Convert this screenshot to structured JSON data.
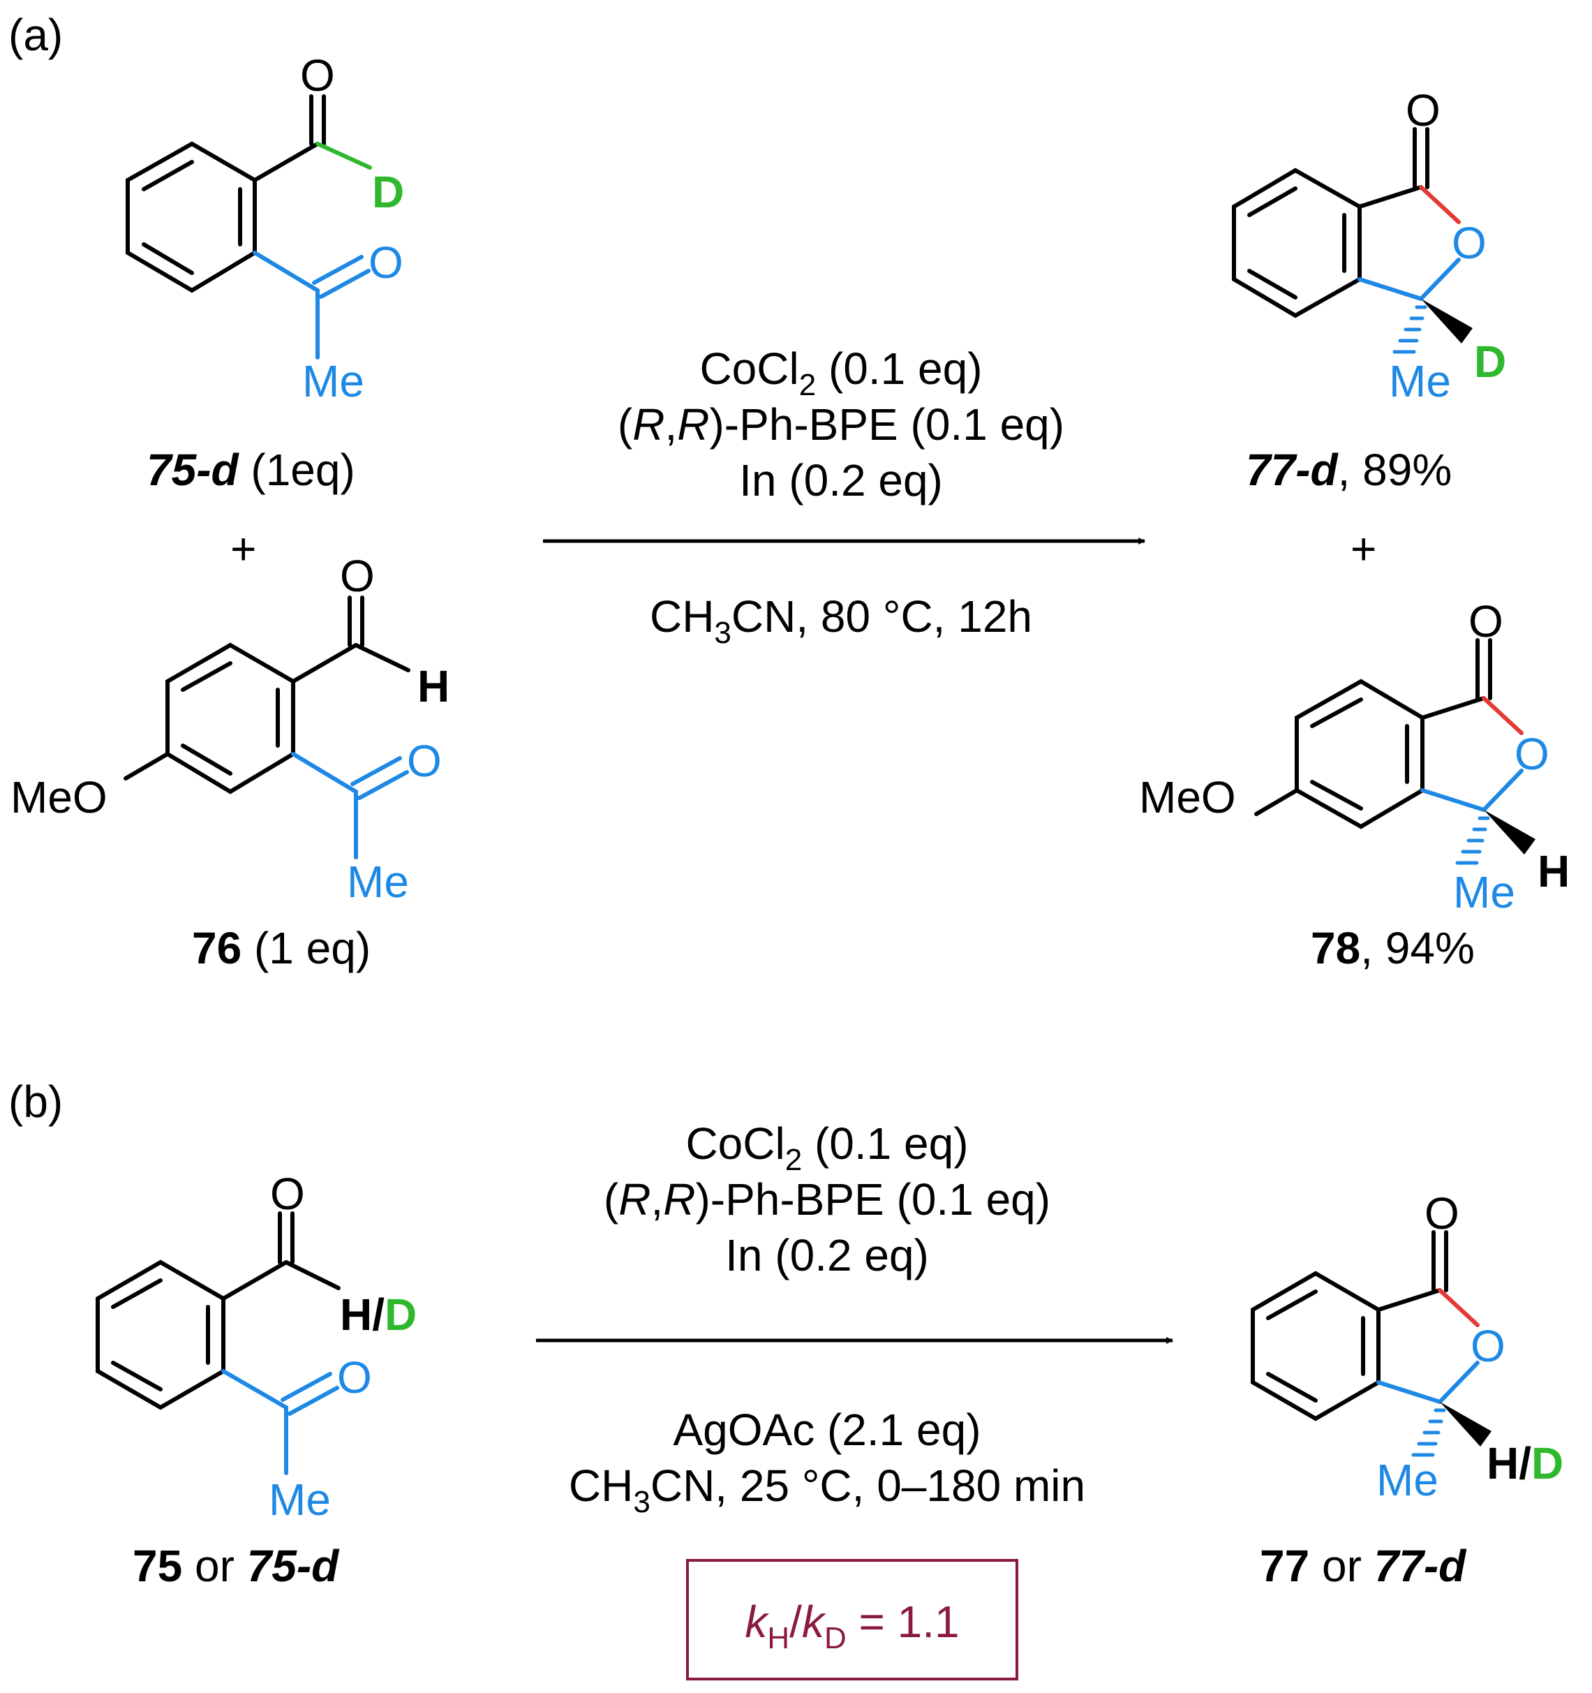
{
  "colors": {
    "black": "#000000",
    "acyl_blue": "#1e88e5",
    "new_bond_red": "#e53935",
    "deuterium_green": "#2eb82e",
    "kie_box": "#8a1a44"
  },
  "panel_a": {
    "label": "(a)",
    "plus_left": "+",
    "plus_right": "+",
    "reactant1": {
      "atoms": {
        "o_top": "O",
        "d": "D",
        "o_ketone": "O",
        "me": "Me"
      },
      "name": "75-d",
      "amount": " (1eq)"
    },
    "reactant2": {
      "atoms": {
        "o_top": "O",
        "h": "H",
        "o_ketone": "O",
        "me": "Me",
        "meo": "MeO"
      },
      "name": "76",
      "amount": " (1 eq)"
    },
    "conditions": {
      "line1_pre": "CoCl",
      "line1_sub": "2",
      "line1_post": " (0.1 eq)",
      "line2_open": "(",
      "line2_r1": "R",
      "line2_comma": ",",
      "line2_r2": "R",
      "line2_post": ")-Ph-BPE (0.1 eq)",
      "line3": "In (0.2 eq)",
      "line4_pre": "CH",
      "line4_sub": "3",
      "line4_post": "CN, 80 °C, 12h"
    },
    "product1": {
      "atoms": {
        "o_carbonyl": "O",
        "o_ring": "O",
        "me": "Me",
        "d": "D"
      },
      "name": "77-d",
      "yield": ", 89%"
    },
    "product2": {
      "atoms": {
        "o_carbonyl": "O",
        "o_ring": "O",
        "me": "Me",
        "h": "H",
        "meo": "MeO"
      },
      "name": "78",
      "yield": ", 94%"
    }
  },
  "panel_b": {
    "label": "(b)",
    "reactant": {
      "atoms": {
        "o_top": "O",
        "h": "H",
        "slash": "/",
        "d": "D",
        "o_ketone": "O",
        "me": "Me"
      },
      "name1": "75",
      "or": " or ",
      "name2": "75-d"
    },
    "conditions": {
      "line1_pre": "CoCl",
      "line1_sub": "2",
      "line1_post": " (0.1 eq)",
      "line2_open": "(",
      "line2_r1": "R",
      "line2_comma": ",",
      "line2_r2": "R",
      "line2_post": ")-Ph-BPE (0.1 eq)",
      "line3": "In (0.2 eq)",
      "line4": "AgOAc (2.1 eq)",
      "line5_pre": "CH",
      "line5_sub": "3",
      "line5_post": "CN, 25 °C, 0–180 min"
    },
    "product": {
      "atoms": {
        "o_carbonyl": "O",
        "o_ring": "O",
        "me": "Me",
        "h": "H",
        "slash": "/",
        "d": "D"
      },
      "name1": "77",
      "or": " or ",
      "name2": "77-d"
    },
    "kie": {
      "k1": "k",
      "sub1": "H",
      "slash": "/",
      "k2": "k",
      "sub2": "D",
      "value": " = 1.1"
    }
  }
}
